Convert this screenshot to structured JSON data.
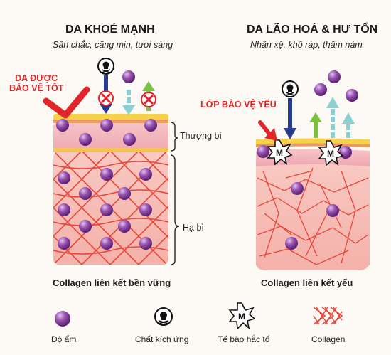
{
  "healthy": {
    "title": "DA KHOẺ MẠNH",
    "subtitle": "Săn chắc, căng mịn, tươi sáng",
    "protection_label": [
      "DA ĐƯỢC",
      "BẢO VỆ TỐT"
    ],
    "collagen_label": "Collagen liên kết bền vững"
  },
  "aged": {
    "title": "DA LÃO HOÁ & HƯ TỔN",
    "subtitle": "Nhăn xệ, khô ráp, thâm nám",
    "protection_label": "LỚP BẢO VỆ YẾU",
    "collagen_label": "Collagen liên kết yếu"
  },
  "layers": {
    "epidermis": "Thượng bì",
    "dermis": "Hạ bì"
  },
  "damaged_cell_letter": "M",
  "legend": [
    {
      "icon": "moisture-ball-icon",
      "label": "Độ ẩm"
    },
    {
      "icon": "skull-irritant-icon",
      "label": "Chất kích ứng"
    },
    {
      "icon": "damaged-cell-icon",
      "label": "Tế bào hắc tố"
    },
    {
      "icon": "collagen-mesh-icon",
      "label": "Collagen"
    }
  ],
  "colors": {
    "ball": "#7a2f91",
    "skin_pink": "#f5b5b0",
    "collagen_line": "#e8453a",
    "barrier_yellow": "#f6d24a",
    "arrow_red": "#e0262a",
    "arrow_navy": "#2a3a8c",
    "arrow_teal": "#8ad1d5",
    "arrow_green": "#7ac142"
  }
}
